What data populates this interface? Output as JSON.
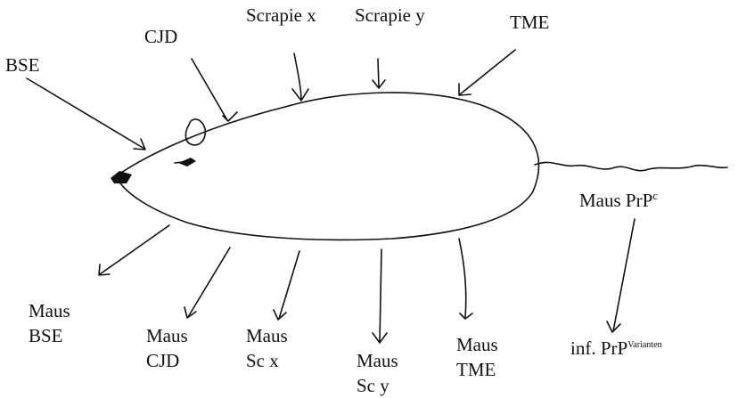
{
  "labels": {
    "top": {
      "bse": "BSE",
      "cjd": "CJD",
      "scrapie_x": "Scrapie x",
      "scrapie_y": "Scrapie y",
      "tme": "TME"
    },
    "right": {
      "maus_prp": "Maus PrP",
      "maus_prp_sup": "c",
      "inf_prp": "inf. PrP",
      "inf_prp_sup": "Varianten"
    },
    "bottom": {
      "maus_bse": [
        "Maus",
        "BSE"
      ],
      "maus_cjd": [
        "Maus",
        "CJD"
      ],
      "maus_sc_x": [
        "Maus",
        "Sc x"
      ],
      "maus_sc_y": [
        "Maus",
        "Sc y"
      ],
      "maus_tme": [
        "Maus",
        "TME"
      ]
    }
  }
}
